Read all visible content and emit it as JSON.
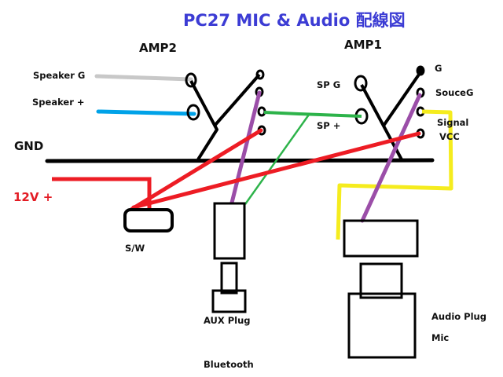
{
  "title": "PC27 MIC & Audio 配線図",
  "labels": {
    "amp2": "AMP2",
    "amp1": "AMP1",
    "speaker_g": "Speaker G",
    "speaker_plus": "Speaker +",
    "gnd": "GND",
    "v12": "12V +",
    "sw": "S/W",
    "aux_plug": "AUX Plug",
    "bluetooth": "Bluetooth",
    "sp_g": "SP G",
    "sp_plus": "SP +",
    "g": "G",
    "souceg": "SouceG",
    "signal": "Signal",
    "vcc": "VCC",
    "audio_plug": "Audio Plug",
    "mic": "Mic"
  },
  "wire_colors": {
    "ground": "#000000",
    "speaker_g": "#c8c8c8",
    "speaker_plus": "#00a2e8",
    "power": "#ed1c24",
    "audio_signal": "#2db34a",
    "source_g": "#9b4ea8",
    "mic_signal": "#f5ec1e"
  }
}
